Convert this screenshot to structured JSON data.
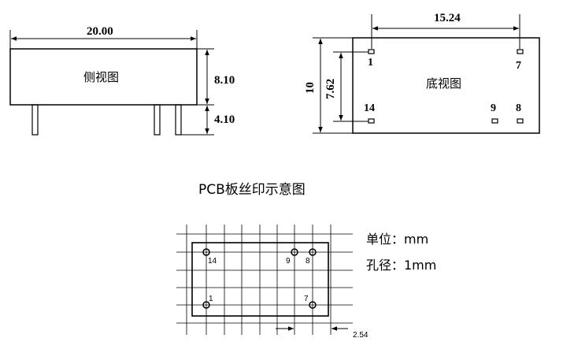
{
  "side_view": {
    "label": "侧视图",
    "width": "20.00",
    "height": "8.10",
    "pin_length": "4.10"
  },
  "bottom_view": {
    "label": "底视图",
    "width": "15.24",
    "height": "10",
    "pin_row_spacing": "7.62",
    "pins": [
      "1",
      "7",
      "14",
      "9",
      "8"
    ]
  },
  "pcb": {
    "title": "PCB板丝印示意图",
    "pins": [
      "14",
      "9",
      "8",
      "1",
      "7"
    ],
    "grid_pitch": "2.54",
    "unit_label": "单位：mm",
    "hole_label": "孔径：1mm"
  }
}
